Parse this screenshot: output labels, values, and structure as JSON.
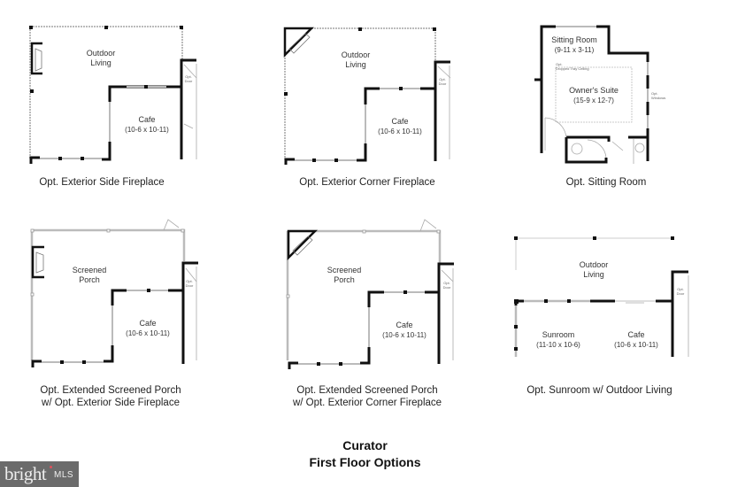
{
  "panels": [
    {
      "caption": [
        "Opt. Exterior Side Fireplace"
      ],
      "rooms": [
        {
          "name": "Outdoor",
          "name2": "Living"
        },
        {
          "name": "Cafe",
          "dim": "(10-6 x 10-11)"
        }
      ],
      "note": [
        "Opt.",
        "Door"
      ]
    },
    {
      "caption": [
        "Opt. Exterior Corner Fireplace"
      ],
      "rooms": [
        {
          "name": "Outdoor",
          "name2": "Living"
        },
        {
          "name": "Cafe",
          "dim": "(10-6 x 10-11)"
        }
      ],
      "note": [
        "Opt.",
        "Door"
      ]
    },
    {
      "caption": [
        "Opt. Sitting Room"
      ],
      "rooms": [
        {
          "name": "Sitting Room",
          "dim": "(9-11 x 3-11)"
        },
        {
          "name": "Owner's Suite",
          "dim": "(15-9 x 12-7)"
        }
      ],
      "notes": {
        "ceiling": [
          "Opt.",
          "Dropped Tray Ceiling"
        ],
        "windows": [
          "Opt.",
          "Windows"
        ]
      }
    },
    {
      "caption": [
        "Opt. Extended Screened Porch",
        "w/ Opt. Exterior Side Fireplace"
      ],
      "rooms": [
        {
          "name": "Screened",
          "name2": "Porch"
        },
        {
          "name": "Cafe",
          "dim": "(10-6 x 10-11)"
        }
      ],
      "note": [
        "Opt.",
        "Door"
      ]
    },
    {
      "caption": [
        "Opt. Extended Screened Porch",
        "w/ Opt. Exterior Corner Fireplace"
      ],
      "rooms": [
        {
          "name": "Screened",
          "name2": "Porch"
        },
        {
          "name": "Cafe",
          "dim": "(10-6 x 10-11)"
        }
      ],
      "note": [
        "Opt.",
        "Door"
      ]
    },
    {
      "caption": [
        "Opt. Sunroom w/ Outdoor Living"
      ],
      "rooms": [
        {
          "name": "Outdoor",
          "name2": "Living"
        },
        {
          "name": "Sunroom",
          "dim": "(11-10 x 10-6)"
        },
        {
          "name": "Cafe",
          "dim": "(10-6 x 10-11)"
        }
      ],
      "note": [
        "Opt.",
        "Door"
      ]
    }
  ],
  "title": {
    "line1": "Curator",
    "line2": "First Floor Options"
  },
  "watermark": {
    "brand": "bright",
    "suffix": "MLS",
    "accent_color": "#e0505b",
    "bg_color": "#6b6b6b"
  }
}
